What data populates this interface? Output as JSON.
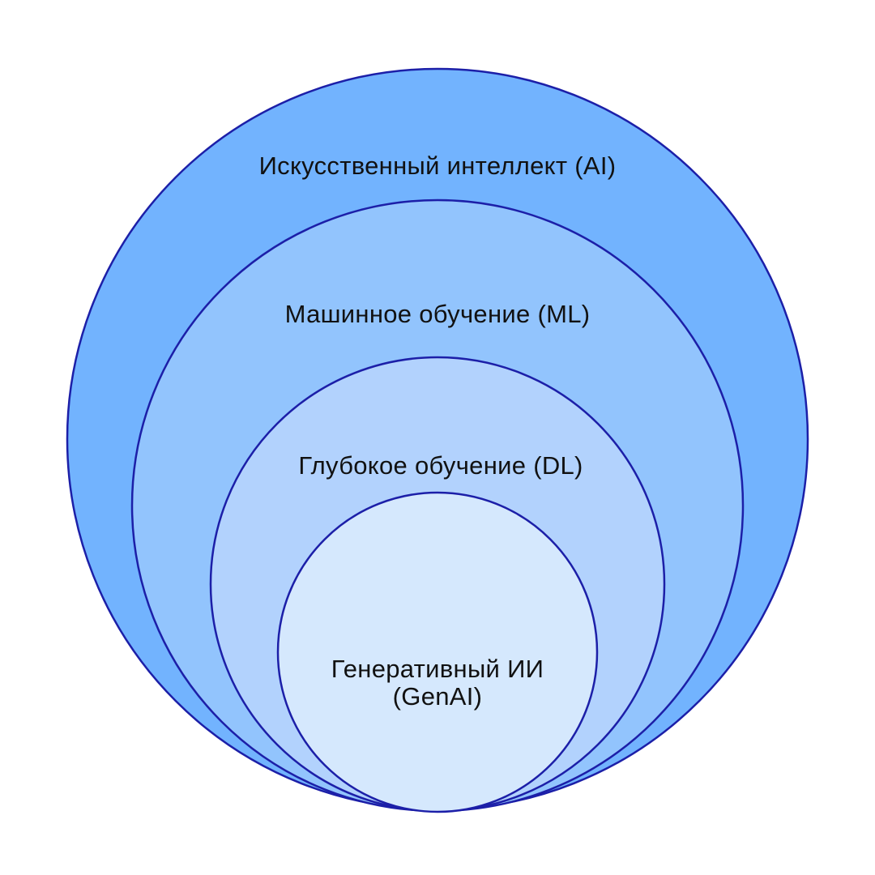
{
  "diagram": {
    "layers": [
      {
        "label": "Искусственный интеллект (AI)",
        "fill": "#72B3FE"
      },
      {
        "label": "Машинное обучение (ML)",
        "fill": "#92C4FD"
      },
      {
        "label": "Глубокое обучение (DL)",
        "fill": "#B2D2FD"
      },
      {
        "label_line1": "Генеративный ИИ",
        "label_line2": "(GenAI)",
        "fill": "#D5E8FD"
      }
    ],
    "stroke_color": "#1C1FA8"
  }
}
